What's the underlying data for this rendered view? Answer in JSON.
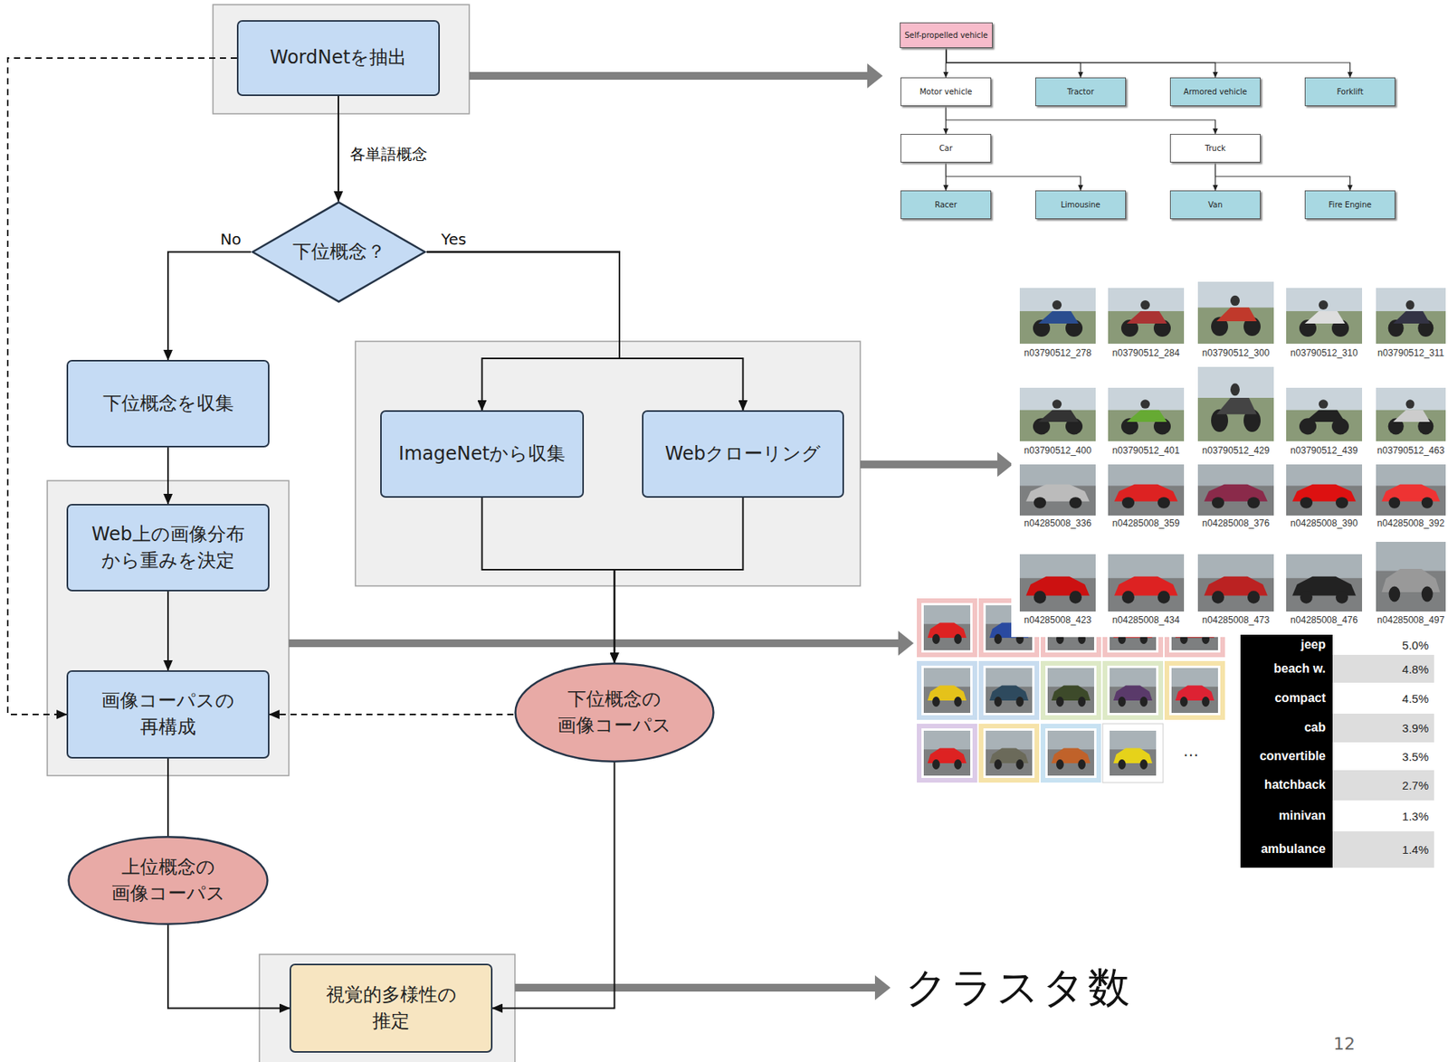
{
  "diagram": {
    "nodes": [
      {
        "text": [
          "WordNetを抽出"
        ]
      },
      {
        "text": [
          "下位概念？"
        ]
      },
      {
        "text": [
          "下位概念を収集"
        ]
      },
      {
        "text": [
          "ImageNetから収集"
        ]
      },
      {
        "text": [
          "Webクローリング"
        ]
      },
      {
        "text": [
          "Web上の画像分布 から重みを決定"
        ]
      },
      {
        "text": [
          "画像コーパスの 再構成"
        ]
      },
      {
        "text": [
          "下位概念の 画像コーパス"
        ]
      },
      {
        "text": [
          "上位概念の 画像コーパス"
        ]
      },
      {
        "text": [
          "視覚的多様性の 推定"
        ]
      },
      {
        "text": [
          "Self-propelled vehicle"
        ]
      },
      {
        "text": [
          "Motor vehicle"
        ]
      },
      {
        "text": [
          "Tractor"
        ]
      },
      {
        "text": [
          "Armored vehicle"
        ]
      },
      {
        "text": [
          "Forklift"
        ]
      },
      {
        "text": [
          "Car"
        ]
      },
      {
        "text": [
          "Truck"
        ]
      },
      {
        "text": [
          "Racer"
        ]
      },
      {
        "text": [
          "Limousine"
        ]
      },
      {
        "text": [
          "Van"
        ]
      },
      {
        "text": [
          "Fire Engine"
        ]
      }
    ],
    "edges": [
      {
        "from": 0,
        "to": 1,
        "arrow": "to",
        "label": "各単語概念"
      },
      {
        "from": 1,
        "to": 2,
        "arrow": "to",
        "label": "No"
      },
      {
        "from": 1,
        "to": 3,
        "arrow": "to",
        "label": "Yes"
      },
      {
        "from": 1,
        "to": 4,
        "arrow": "to"
      },
      {
        "from": 2,
        "to": 5,
        "arrow": "to"
      },
      {
        "from": 5,
        "to": 6,
        "arrow": "to"
      },
      {
        "from": 3,
        "to": 7,
        "arrow": "to"
      },
      {
        "from": 4,
        "to": 7,
        "arrow": "to"
      },
      {
        "from": 7,
        "to": 6,
        "arrow": "to"
      },
      {
        "from": 0,
        "to": 6,
        "arrow": "to"
      },
      {
        "from": 6,
        "to": 8,
        "arrow": "none"
      },
      {
        "from": 8,
        "to": 9,
        "arrow": "to"
      },
      {
        "from": 7,
        "to": 9,
        "arrow": "to"
      },
      {
        "from": 10,
        "to": 11,
        "arrow": "to"
      },
      {
        "from": 10,
        "to": 12,
        "arrow": "to"
      },
      {
        "from": 10,
        "to": 13,
        "arrow": "to"
      },
      {
        "from": 10,
        "to": 14,
        "arrow": "to"
      },
      {
        "from": 11,
        "to": 15,
        "arrow": "to"
      },
      {
        "from": 11,
        "to": 16,
        "arrow": "to"
      },
      {
        "from": 15,
        "to": 17,
        "arrow": "to"
      },
      {
        "from": 15,
        "to": 18,
        "arrow": "to"
      },
      {
        "from": 16,
        "to": 19,
        "arrow": "to"
      },
      {
        "from": 16,
        "to": 20,
        "arrow": "to"
      }
    ],
    "labels": [
      "クラスタ数",
      "12",
      "n03790512_278",
      "n03790512_284",
      "n03790512_300",
      "n03790512_310",
      "n03790512_311",
      "n03790512_400",
      "n03790512_401",
      "n03790512_429",
      "n03790512_439",
      "n03790512_463",
      "n04285008_336",
      "n04285008_359",
      "n04285008_376",
      "n04285008_390",
      "n04285008_392",
      "n04285008_423",
      "n04285008_434",
      "n04285008_473",
      "n04285008_476",
      "n04285008_497",
      "jeep",
      "5.0%",
      "beach w.",
      "4.8%",
      "compact",
      "4.5%",
      "cab",
      "3.9%",
      "convertible",
      "3.5%",
      "hatchback",
      "2.7%",
      "minivan",
      "1.3%",
      "ambulance",
      "1.4%",
      "…"
    ]
  }
}
